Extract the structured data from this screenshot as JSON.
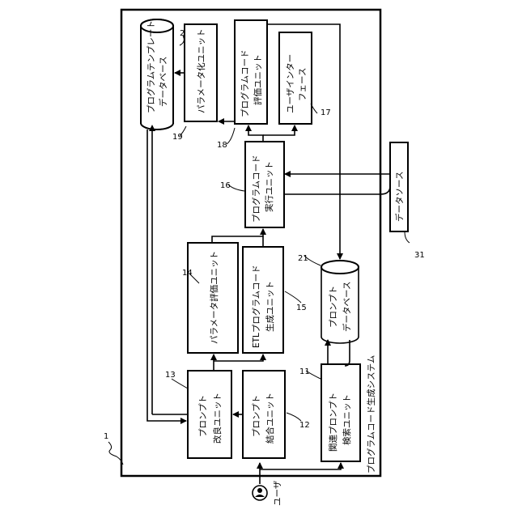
{
  "system": {
    "label": "プログラムコード生成システム",
    "ref": "1"
  },
  "units": [
    {
      "key": "template_db",
      "lines": [
        "プログラムテンプレート",
        "データベース"
      ],
      "ref": "22"
    },
    {
      "key": "parameterization",
      "lines": [
        "パラメータ化ユニット"
      ],
      "ref": "19"
    },
    {
      "key": "code_eval",
      "lines": [
        "プログラムコード",
        "評価ユニット"
      ],
      "ref": "18"
    },
    {
      "key": "user_interface",
      "lines": [
        "ユーザインター",
        "フェース"
      ],
      "ref": "17"
    },
    {
      "key": "code_exec",
      "lines": [
        "プログラムコード",
        "実行ユニット"
      ],
      "ref": "16"
    },
    {
      "key": "param_eval",
      "lines": [
        "パラメータ評価ユニット"
      ],
      "ref": "14"
    },
    {
      "key": "etl_gen",
      "lines": [
        "ETLプログラムコード",
        "生成ユニット"
      ],
      "ref": "15"
    },
    {
      "key": "prompt_db",
      "lines": [
        "プロンプト",
        "データベース"
      ],
      "ref": "21"
    },
    {
      "key": "prompt_improve",
      "lines": [
        "プロンプト",
        "改良ユニット"
      ],
      "ref": "13"
    },
    {
      "key": "prompt_combine",
      "lines": [
        "プロンプト",
        "結合ユニット"
      ],
      "ref": "12"
    },
    {
      "key": "prompt_search",
      "lines": [
        "関連プロンプト",
        "検索ユニット"
      ],
      "ref": "11"
    }
  ],
  "external": {
    "datasource": {
      "label": "データソース",
      "ref": "31"
    },
    "user": {
      "label": "ユーザ"
    }
  },
  "icons": [
    "user-icon"
  ]
}
